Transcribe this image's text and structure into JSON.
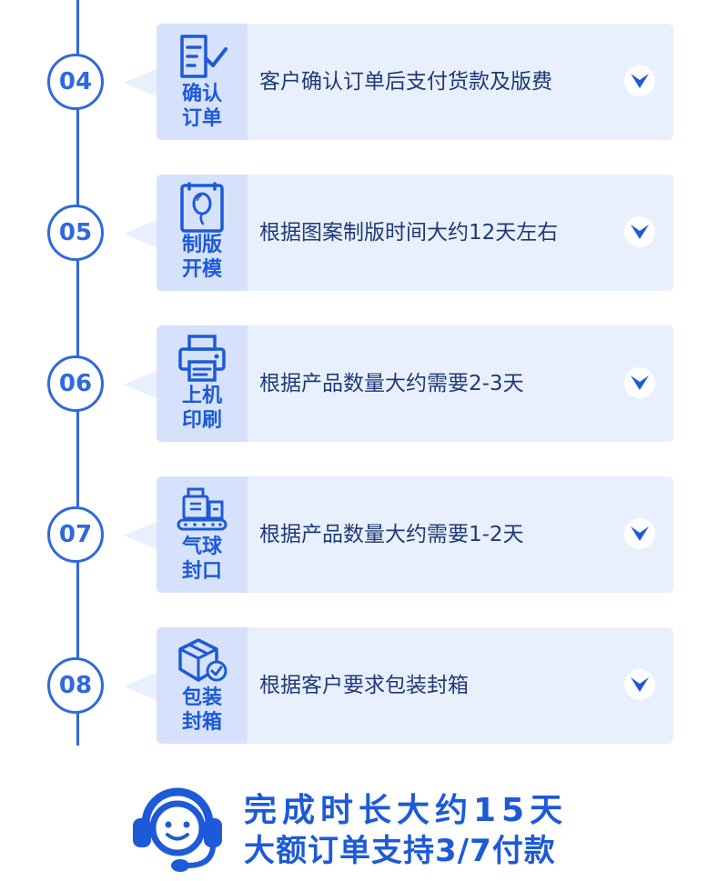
{
  "steps": [
    {
      "number": "04",
      "label_line1": "确认",
      "label_line2": "订单",
      "description": "客户确认订单后支付货款及版费",
      "icon": "order-confirm-icon"
    },
    {
      "number": "05",
      "label_line1": "制版",
      "label_line2": "开模",
      "description": "根据图案制版时间大约12天左右",
      "icon": "balloon-mold-icon"
    },
    {
      "number": "06",
      "label_line1": "上机",
      "label_line2": "印刷",
      "description": "根据产品数量大约需要2-3天",
      "icon": "printer-icon"
    },
    {
      "number": "07",
      "label_line1": "气球",
      "label_line2": "封口",
      "description": "根据产品数量大约需要1-2天",
      "icon": "sealing-machine-icon"
    },
    {
      "number": "08",
      "label_line1": "包装",
      "label_line2": "封箱",
      "description": "根据客户要求包装封箱",
      "icon": "package-box-icon"
    }
  ],
  "footer": {
    "line1": "完成时长大约15天",
    "line2": "大额订单支持3/7付款",
    "icon": "headset-smile-icon"
  },
  "colors": {
    "accent": "#2f68e0",
    "card_bg": "#e9f0fd",
    "side_bg": "#d6e2fb",
    "text": "#1e3a78"
  }
}
